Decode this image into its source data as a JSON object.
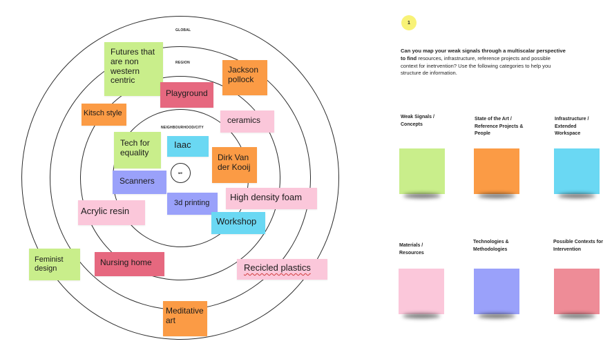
{
  "rings": {
    "global": "GLOBAL",
    "region": "REGION",
    "neighbourhood": "NEIGHBOURHOOD/CITY",
    "me": "ME"
  },
  "notes": {
    "futures": "Futures that\nare non\nwestern\ncentric",
    "jackson": "Jackson\npollock",
    "playground": "Playground",
    "kitsch": "Kitsch style",
    "ceramics": "ceramics",
    "tech_equality": "Tech for\nequality",
    "iaac": "Iaac",
    "dirk": "Dirk Van\nder Kooij",
    "scanners": "Scanners",
    "printing": "3d printing",
    "foam": "High density foam",
    "acrylic": "Acrylic resin",
    "workshop": "Workshop",
    "feminist": "Feminist\ndesign",
    "nursing": "Nursing home",
    "recicled": "Recicled plastics",
    "meditative": "Meditative\nart"
  },
  "panel": {
    "step": "1",
    "intro_bold": "Can you map your weak signals through a multiscalar perspective to find",
    "intro_rest": "  resources, infrastructure, reference projects and possible context for inetrvention? Use the following categories to help you structure de information.",
    "categories": [
      {
        "title": "Weak Signals /\nConcepts",
        "color": "#c9ee8b"
      },
      {
        "title": "State of the Art /\nReference Projects &\nPeople",
        "color": "#fb9b45"
      },
      {
        "title": "Infrastructure /\nExtended\nWorkspace",
        "color": "#6ad8f3"
      },
      {
        "title": "Materials /\nResources",
        "color": "#fbc7da"
      },
      {
        "title": "Technologies &\nMethodologies",
        "color": "#9aa1fa"
      },
      {
        "title": "Possible Contexts for\nIntervention",
        "color": "#ee8c97"
      }
    ]
  }
}
